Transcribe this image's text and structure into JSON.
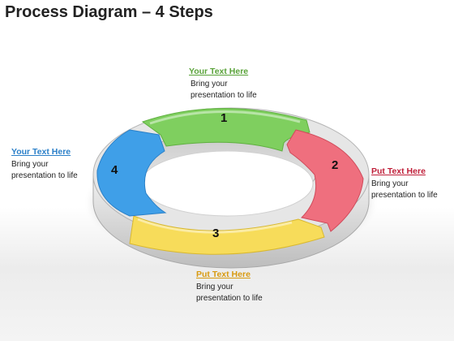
{
  "title": "Process Diagram – 4  Steps",
  "steps": [
    {
      "number": "1",
      "color": "#7fcf5f",
      "heading": "Your Text Here",
      "heading_color": "#5aa33a",
      "body": "Bring your presentation to life"
    },
    {
      "number": "2",
      "color": "#ef6f7e",
      "heading": "Put Text Here",
      "heading_color": "#c0203a",
      "body": "Bring your presentation to life"
    },
    {
      "number": "3",
      "color": "#f7dc5a",
      "heading": "Put Text Here",
      "heading_color": "#d89a10",
      "body": "Bring your presentation to life"
    },
    {
      "number": "4",
      "color": "#3f9fe8",
      "heading": "Your Text Here",
      "heading_color": "#2a7fc8",
      "body": "Bring your presentation to life"
    }
  ]
}
